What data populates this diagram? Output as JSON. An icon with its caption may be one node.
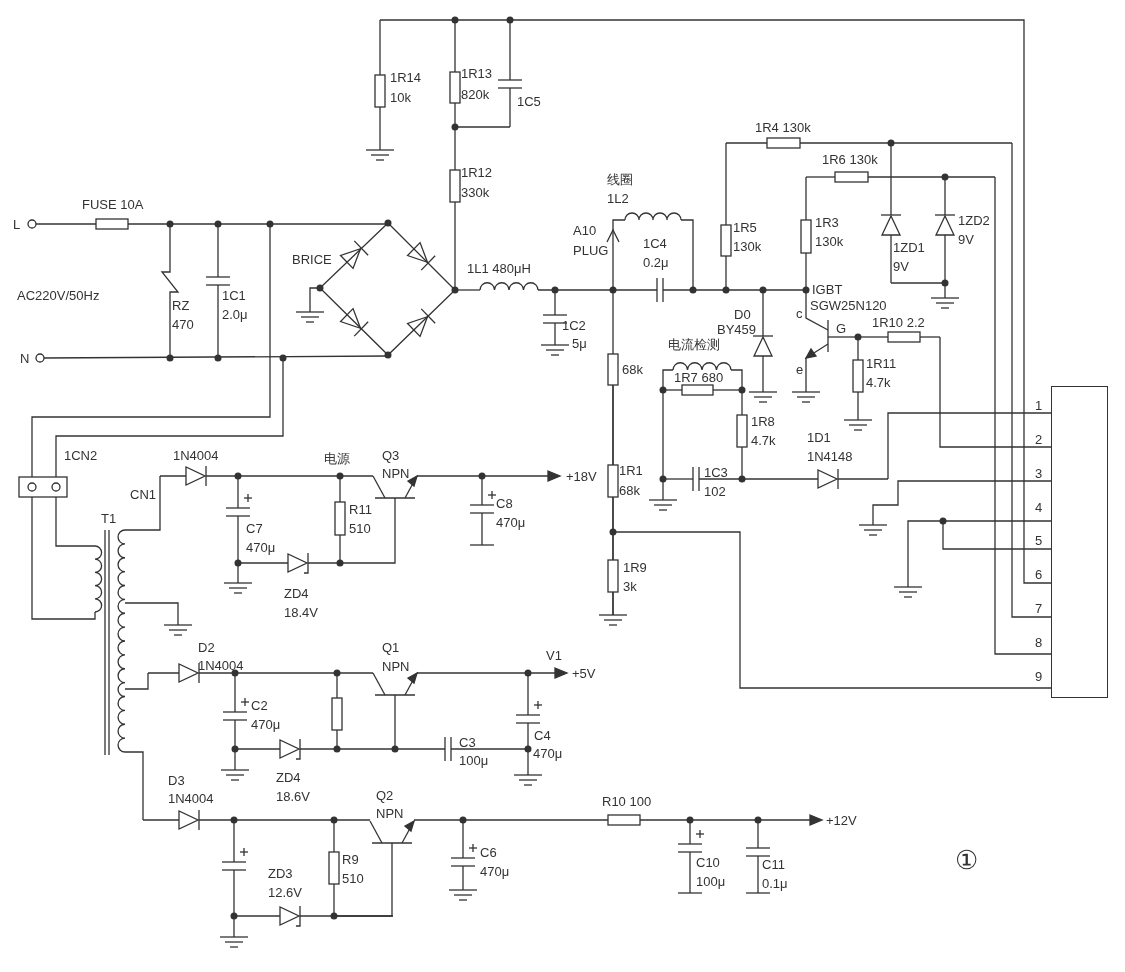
{
  "diagram": {
    "nodes": [
      {
        "text": [
          "1",
          "2",
          "3",
          "4",
          "5",
          "6",
          "7",
          "8",
          "9"
        ]
      }
    ],
    "labels": [
      "1R14",
      "10k",
      "1R13",
      "820k",
      "1C5",
      "1R4 130k",
      "1R6 130k",
      "1R12",
      "330k",
      "线圈",
      "1L2",
      "FUSE 10A",
      "L",
      "1R5",
      "130k",
      "1R3",
      "130k",
      "1ZD2",
      "9V",
      "A10",
      "PLUG",
      "1C4",
      "0.2μ",
      "1ZD1",
      "9V",
      "BRICE",
      "1L1 480μH",
      "IGBT",
      "AC220V/50Hz",
      "RZ",
      "470",
      "1C1",
      "2.0μ",
      "SGW25N120",
      "D0",
      "BY459",
      "c",
      "G",
      "1R10 2.2",
      "1C2",
      "5μ",
      "电流检测",
      "N",
      "68k",
      "e",
      "1R7 680",
      "1R11",
      "4.7k",
      "1R8",
      "4.7k",
      "1D1",
      "1N4148",
      "1CN2",
      "1N4004",
      "电源",
      "Q3",
      "NPN",
      "1R1",
      "68k",
      "1C3",
      "102",
      "+18V",
      "CN1",
      "R11",
      "510",
      "C8",
      "470μ",
      "T1",
      "C7",
      "470μ",
      "ZD4",
      "18.4V",
      "1R9",
      "3k",
      "D2",
      "Q1",
      "V1",
      "1N4004",
      "NPN",
      "+5V",
      "C2",
      "470μ",
      "C4",
      "C3",
      "470μ",
      "100μ",
      "ZD4",
      "18.6V",
      "D3",
      "Q2",
      "1N4004",
      "NPN",
      "R10 100",
      "+12V",
      "C6",
      "470μ",
      "ZD3",
      "12.6V",
      "R9",
      "510",
      "C10",
      "100μ",
      "C11",
      "0.1μ",
      "①"
    ]
  }
}
